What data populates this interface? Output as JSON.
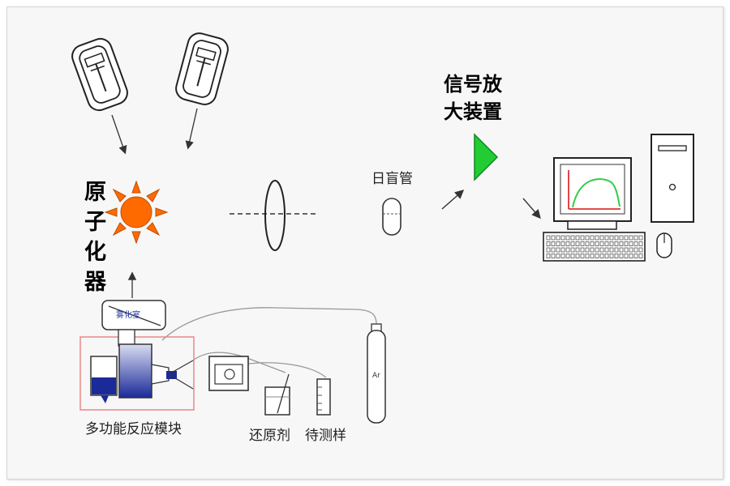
{
  "labels": {
    "atomizer": [
      "原",
      "子",
      "化",
      "器"
    ],
    "amplifier": [
      "信号放",
      "大装置"
    ],
    "pmt": "日盲管",
    "multi_module": "多功能反应模块",
    "reductant": "还原剂",
    "sample": "待测样",
    "gas": "Ar",
    "chamber": "雾化室"
  },
  "colors": {
    "sun": "#ff6a00",
    "amplifier": "#22cc33",
    "highlight_box": "#e88888",
    "module_blue": "#1a2a99",
    "monitor_curve": "#33cc44",
    "monitor_axis": "#dd3333"
  }
}
